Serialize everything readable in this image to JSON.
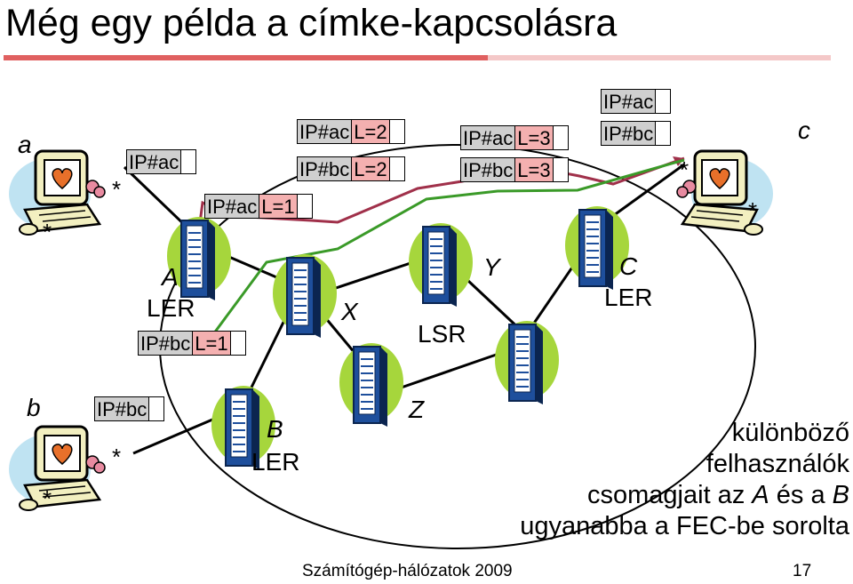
{
  "title": "Még egy példa a címke-kapcsolásra",
  "colors": {
    "title_bar": "#e06060",
    "red_path": "#a0304a",
    "green_path": "#3a9a28",
    "label_fill": "#f4b0b0",
    "ip_fill": "#cfcfcf",
    "router_bg": "#a6d63c"
  },
  "hosts": {
    "a": "a",
    "b": "b",
    "c": "c"
  },
  "routers": {
    "A": {
      "name": "A",
      "type": "LER"
    },
    "B": {
      "name": "B",
      "type": "LER"
    },
    "C": {
      "name": "C",
      "type": "LER"
    },
    "X": {
      "name": "X"
    },
    "Y": {
      "name": "Y"
    },
    "Z": {
      "name": "Z"
    },
    "lsr": "LSR"
  },
  "packets": {
    "p1": {
      "ip": "IP#ac",
      "label": ""
    },
    "p2": {
      "ip": "IP#ac",
      "label": "L=1"
    },
    "p3": {
      "ip": "IP#ac",
      "label": "L=2"
    },
    "p4": {
      "ip": "IP#bc",
      "label": "L=2"
    },
    "p5": {
      "ip": "IP#ac",
      "label": "L=3"
    },
    "p6": {
      "ip": "IP#bc",
      "label": "L=3"
    },
    "p7": {
      "ip": "IP#ac",
      "label": ""
    },
    "p8": {
      "ip": "IP#bc",
      "label": ""
    },
    "p9": {
      "ip": "IP#bc",
      "label": "L=1"
    },
    "p10": {
      "ip": "IP#bc",
      "label": ""
    }
  },
  "note": [
    "különböző",
    "felhasználók",
    "csomagjait az A és a B",
    "ugyanabba a FEC-be sorolta"
  ],
  "footer": "Számítógép-hálózatok 2009",
  "page_number": "17"
}
